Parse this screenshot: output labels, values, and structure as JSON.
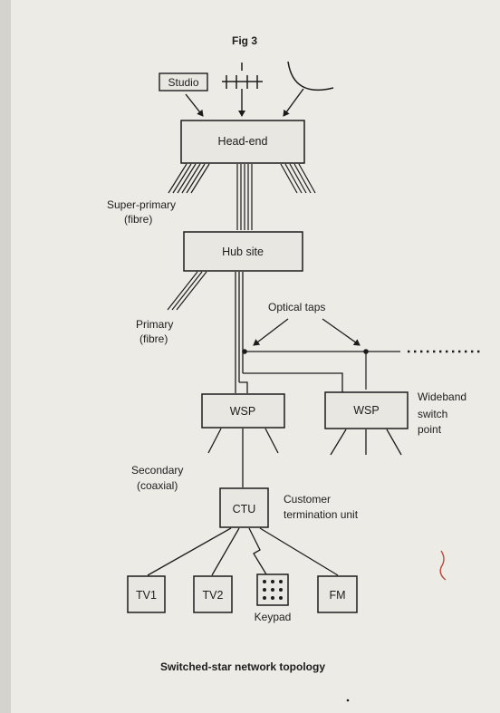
{
  "figure": {
    "label": "Fig 3",
    "caption": "Switched-star network topology"
  },
  "nodes": {
    "studio": "Studio",
    "headend": "Head-end",
    "hub": "Hub site",
    "wsp_left": "WSP",
    "wsp_right": "WSP",
    "ctu": "CTU",
    "tv1": "TV1",
    "tv2": "TV2",
    "fm": "FM"
  },
  "annotations": {
    "super_primary": [
      "Super-primary",
      "(fibre)"
    ],
    "primary": [
      "Primary",
      "(fibre)"
    ],
    "optical_taps": "Optical taps",
    "wideband": [
      "Wideband",
      "switch",
      "point"
    ],
    "secondary": [
      "Secondary",
      "(coaxial)"
    ],
    "customer": [
      "Customer",
      "termination unit"
    ],
    "keypad": "Keypad"
  },
  "colors": {
    "ink": "#1c1c1c",
    "paper": "#ecebe6",
    "box_fill": "#e8e7e2"
  }
}
